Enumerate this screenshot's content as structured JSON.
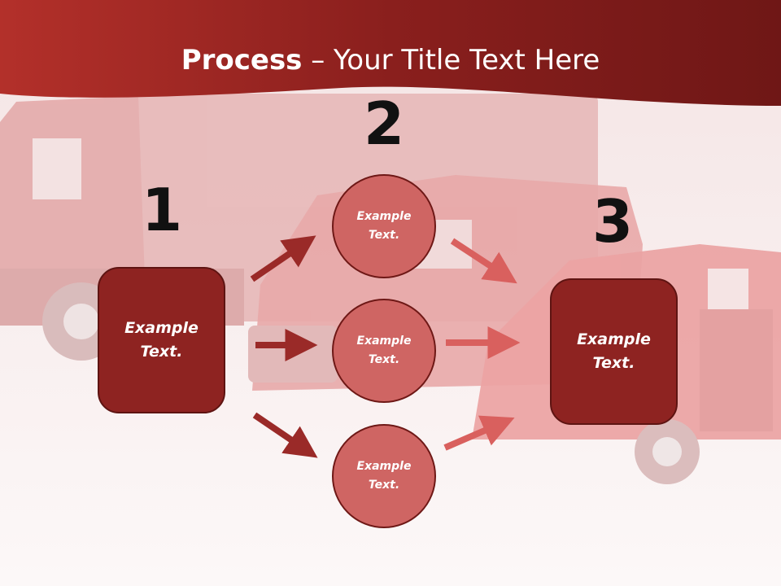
{
  "title": {
    "bold": "Process",
    "rest": " – Your Title Text Here"
  },
  "steps": [
    {
      "number": "1",
      "label": "Example Text."
    },
    {
      "number": "2",
      "label": ""
    },
    {
      "number": "3",
      "label": "Example Text."
    }
  ],
  "circles": [
    {
      "label": "Example Text."
    },
    {
      "label": "Example Text."
    },
    {
      "label": "Example Text."
    }
  ],
  "colors": {
    "header": "#8b1f1e",
    "box_fill": "#8e2321",
    "circle_fill": "#cf6563",
    "arrow_dark": "#9a2a28",
    "arrow_light": "#d9605e"
  }
}
